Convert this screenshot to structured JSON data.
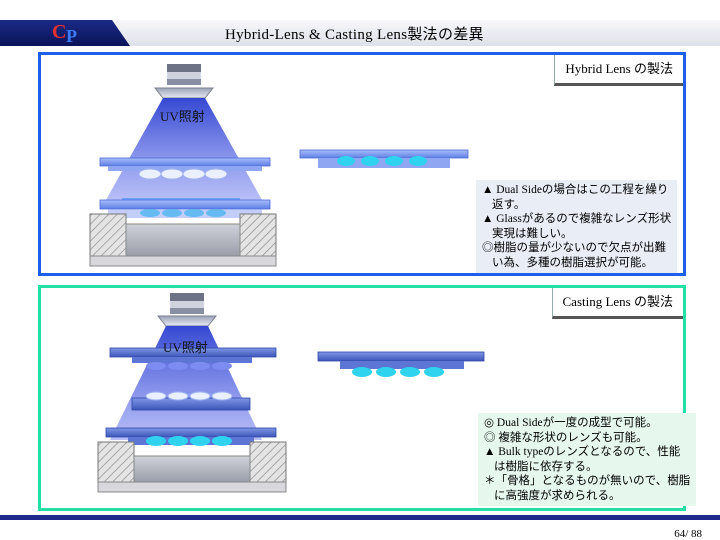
{
  "header": {
    "logo_c": "C",
    "logo_p": "P",
    "title": "Hybrid-Lens & Casting Lens製法の差異"
  },
  "hybrid_panel": {
    "label": "Hybrid Lens の製法",
    "uv_label": "UV照射",
    "notes": [
      "▲ Dual Sideの場合はこの工程を繰り",
      "返す。",
      "▲ Glassがあるので複雑なレンズ形状",
      "実現は難しい。",
      "◎樹脂の量が少ないので欠点が出難",
      "い為、多種の樹脂選択が可能。"
    ]
  },
  "casting_panel": {
    "label": "Casting Lens の製法",
    "uv_label": "UV照射",
    "notes": [
      "◎ Dual Sideが一度の成型で可能。",
      "◎ 複雑な形状のレンズも可能。",
      "▲ Bulk typeのレンズとなるので、性能",
      "は樹脂に依存する。",
      "＊「骨格」となるものが無いので、樹脂",
      "に高強度が求められる。"
    ]
  },
  "footer": {
    "page_number": "64/ 88"
  },
  "colors": {
    "header_navy": "#0a1458",
    "hybrid_border": "#1d5fe8",
    "casting_border": "#22e0a4",
    "uv_beam": "#3d4fd8",
    "lens_cyan": "#2fd3f0",
    "mold_blue": "#6f8ff0"
  }
}
